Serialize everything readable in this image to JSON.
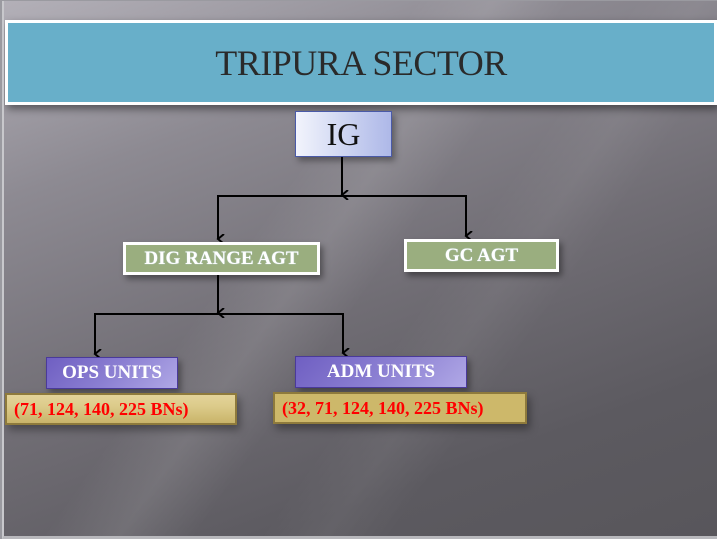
{
  "slide": {
    "title": "TRIPURA SECTOR",
    "colors": {
      "title_bg": "#68afc9",
      "green_box": "#9aae7f",
      "purple_box": "#8b7fd2",
      "yellow_box": "#cdb86a",
      "unit_text": "#ff0000"
    }
  },
  "org_chart": {
    "root": {
      "label": "IG"
    },
    "level2": [
      {
        "label": "DIG RANGE AGT"
      },
      {
        "label": "GC AGT"
      }
    ],
    "level3": [
      {
        "label": "OPS UNITS",
        "units": "(71, 124, 140, 225 BNs)"
      },
      {
        "label": "ADM UNITS",
        "units": "(32, 71, 124, 140, 225 BNs)"
      }
    ]
  }
}
